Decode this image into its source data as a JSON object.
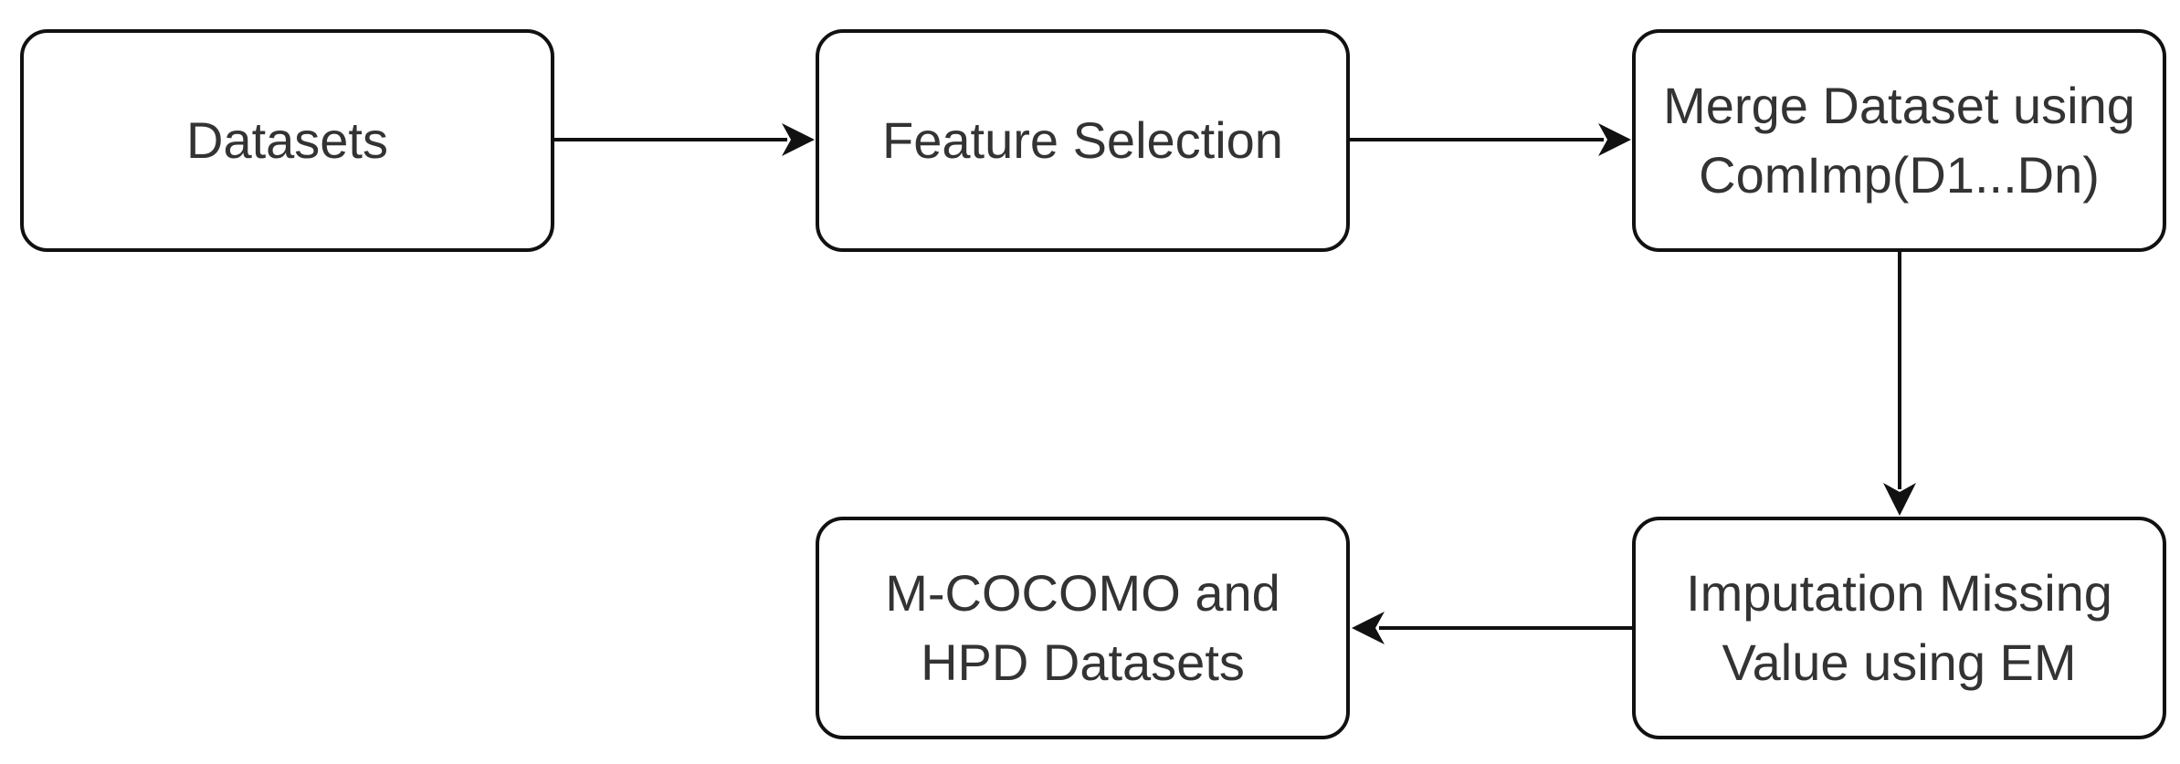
{
  "diagram": {
    "nodes": {
      "datasets": "Datasets",
      "feature_selection": "Feature Selection",
      "merge": "Merge Dataset using\nComImp(D1...Dn)",
      "imputation": "Imputation Missing\nValue using EM",
      "output": "M-COCOMO and\nHPD Datasets"
    },
    "edges": [
      {
        "from": "datasets",
        "to": "feature_selection"
      },
      {
        "from": "feature_selection",
        "to": "merge"
      },
      {
        "from": "merge",
        "to": "imputation"
      },
      {
        "from": "imputation",
        "to": "output"
      }
    ],
    "colors": {
      "stroke": "#111111",
      "text": "#333333",
      "fill": "#ffffff"
    }
  }
}
